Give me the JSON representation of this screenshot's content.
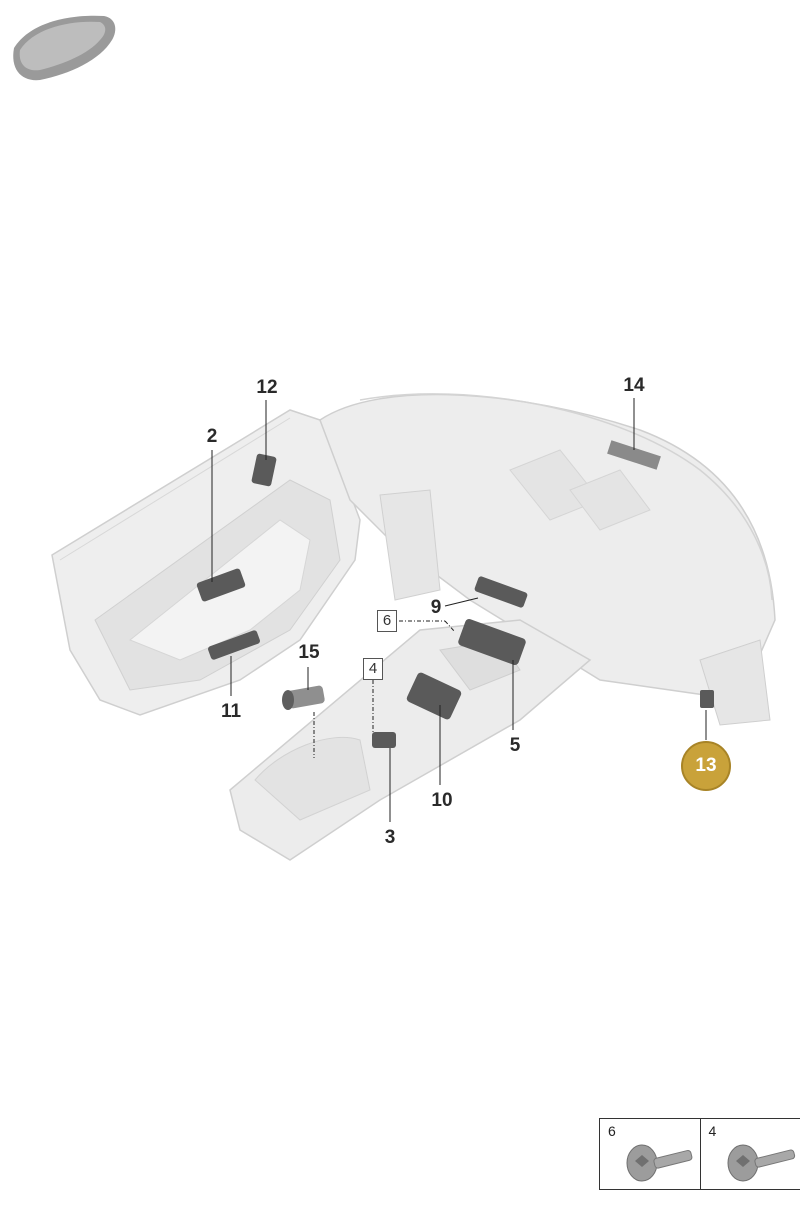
{
  "callouts": {
    "c2": "2",
    "c3": "3",
    "c5": "5",
    "c9": "9",
    "c10": "10",
    "c11": "11",
    "c12": "12",
    "c14": "14",
    "c15": "15",
    "c13": "13",
    "box6": "6",
    "box4": "4"
  },
  "legend": {
    "cell1": "6",
    "cell2": "4"
  },
  "colors": {
    "highlight": "#c9a23a",
    "part": "#e9e9e9",
    "line": "#c8c8c8",
    "dark_part": "#5a5a5a"
  }
}
